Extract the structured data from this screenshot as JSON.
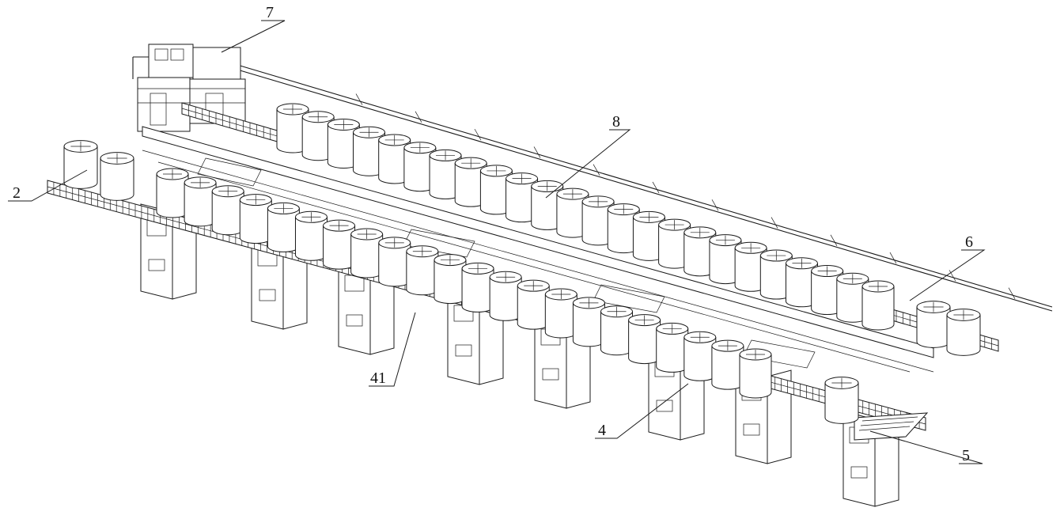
{
  "figure": {
    "callouts": [
      {
        "id": "c7",
        "label": "7"
      },
      {
        "id": "c8",
        "label": "8"
      },
      {
        "id": "c2",
        "label": "2"
      },
      {
        "id": "c6",
        "label": "6"
      },
      {
        "id": "c41",
        "label": "41"
      },
      {
        "id": "c4",
        "label": "4"
      },
      {
        "id": "c5",
        "label": "5"
      }
    ]
  }
}
